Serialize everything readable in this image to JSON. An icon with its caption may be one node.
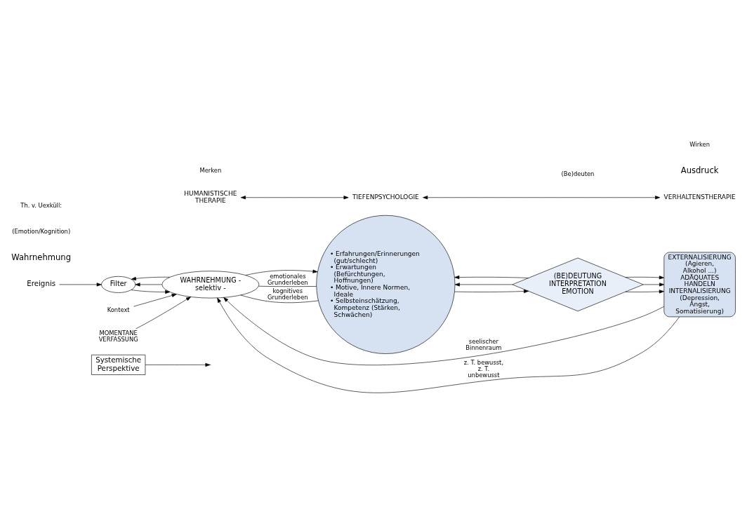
{
  "diagram": {
    "nodes": [
      {
        "text": [
          "Systemische Perspektive"
        ]
      },
      {
        "text": [
          "Ereignis"
        ]
      },
      {
        "text": [
          "Filter"
        ]
      },
      {
        "text": [
          "WAHRNEHMUNG - selektiv -"
        ]
      },
      {
        "text": [
          "• Erfahrungen/Erinnerungen (gut/schlecht)",
          "• Erwartungen (Befürchtungen, Hoffnungen)",
          "• Motive, Innere Normen, Ideale",
          "• Selbsteinschätzung, Kompetenz (Stärken, Schwächen)"
        ]
      },
      {
        "text": [
          "(BE)DEUTUNG INTERPRETATION EMOTION"
        ]
      },
      {
        "text": [
          "EXTERNALISIERUNG (Agieren, Alkohol ...)",
          "ADÄQUATES HANDELN",
          "INTERNALISIERUNG (Depression, Angst, Somatisierung)"
        ]
      },
      {
        "text": [
          "Kontext"
        ]
      },
      {
        "text": [
          "MOMENTANE VERFASSUNG"
        ]
      },
      {
        "text": [
          "HUMANISTISCHE THERAPIE"
        ]
      },
      {
        "text": [
          "TIEFENPSYCHOLOGIE"
        ]
      },
      {
        "text": [
          "VERHALTENSTHERAPIE"
        ]
      }
    ],
    "edges": [
      {
        "from": 0,
        "to": null,
        "arrow": "to"
      },
      {
        "from": 1,
        "to": 2,
        "arrow": "to"
      },
      {
        "from": 2,
        "to": 3,
        "arrow": "to"
      },
      {
        "from": 3,
        "to": 2,
        "arrow": "to"
      },
      {
        "from": 3,
        "to": 2,
        "arrow": "to"
      },
      {
        "from": 3,
        "to": 4,
        "arrow": "to"
      },
      {
        "from": 3,
        "to": 4,
        "arrow": "none",
        "label": "emotionales Grunderleben"
      },
      {
        "from": 3,
        "to": 4,
        "arrow": "none",
        "label": "kognitives Grunderleben"
      },
      {
        "from": 4,
        "to": 5,
        "arrow": "to"
      },
      {
        "from": 5,
        "to": 4,
        "arrow": "to"
      },
      {
        "from": 5,
        "to": 4,
        "arrow": "to"
      },
      {
        "from": 5,
        "to": 6,
        "arrow": "to"
      },
      {
        "from": 5,
        "to": 6,
        "arrow": "to"
      },
      {
        "from": 5,
        "to": 6,
        "arrow": "to"
      },
      {
        "from": 6,
        "to": 3,
        "arrow": "to",
        "label": "seelischer Binnenraum"
      },
      {
        "from": 6,
        "to": 3,
        "arrow": "to",
        "label": "z. T. bewusst, z. T. unbewusst"
      },
      {
        "from": 7,
        "to": 3,
        "arrow": "to"
      },
      {
        "from": 8,
        "to": 3,
        "arrow": "to"
      },
      {
        "from": 9,
        "to": 10,
        "arrow": "both"
      },
      {
        "from": 10,
        "to": 11,
        "arrow": "both"
      }
    ],
    "labels": [
      "Wahrnehmung",
      "(Emotion/Kognition)",
      "Ausdruck",
      "Th. v. Uexküll:",
      "Merken",
      "(Be)deuten",
      "Wirken"
    ]
  }
}
